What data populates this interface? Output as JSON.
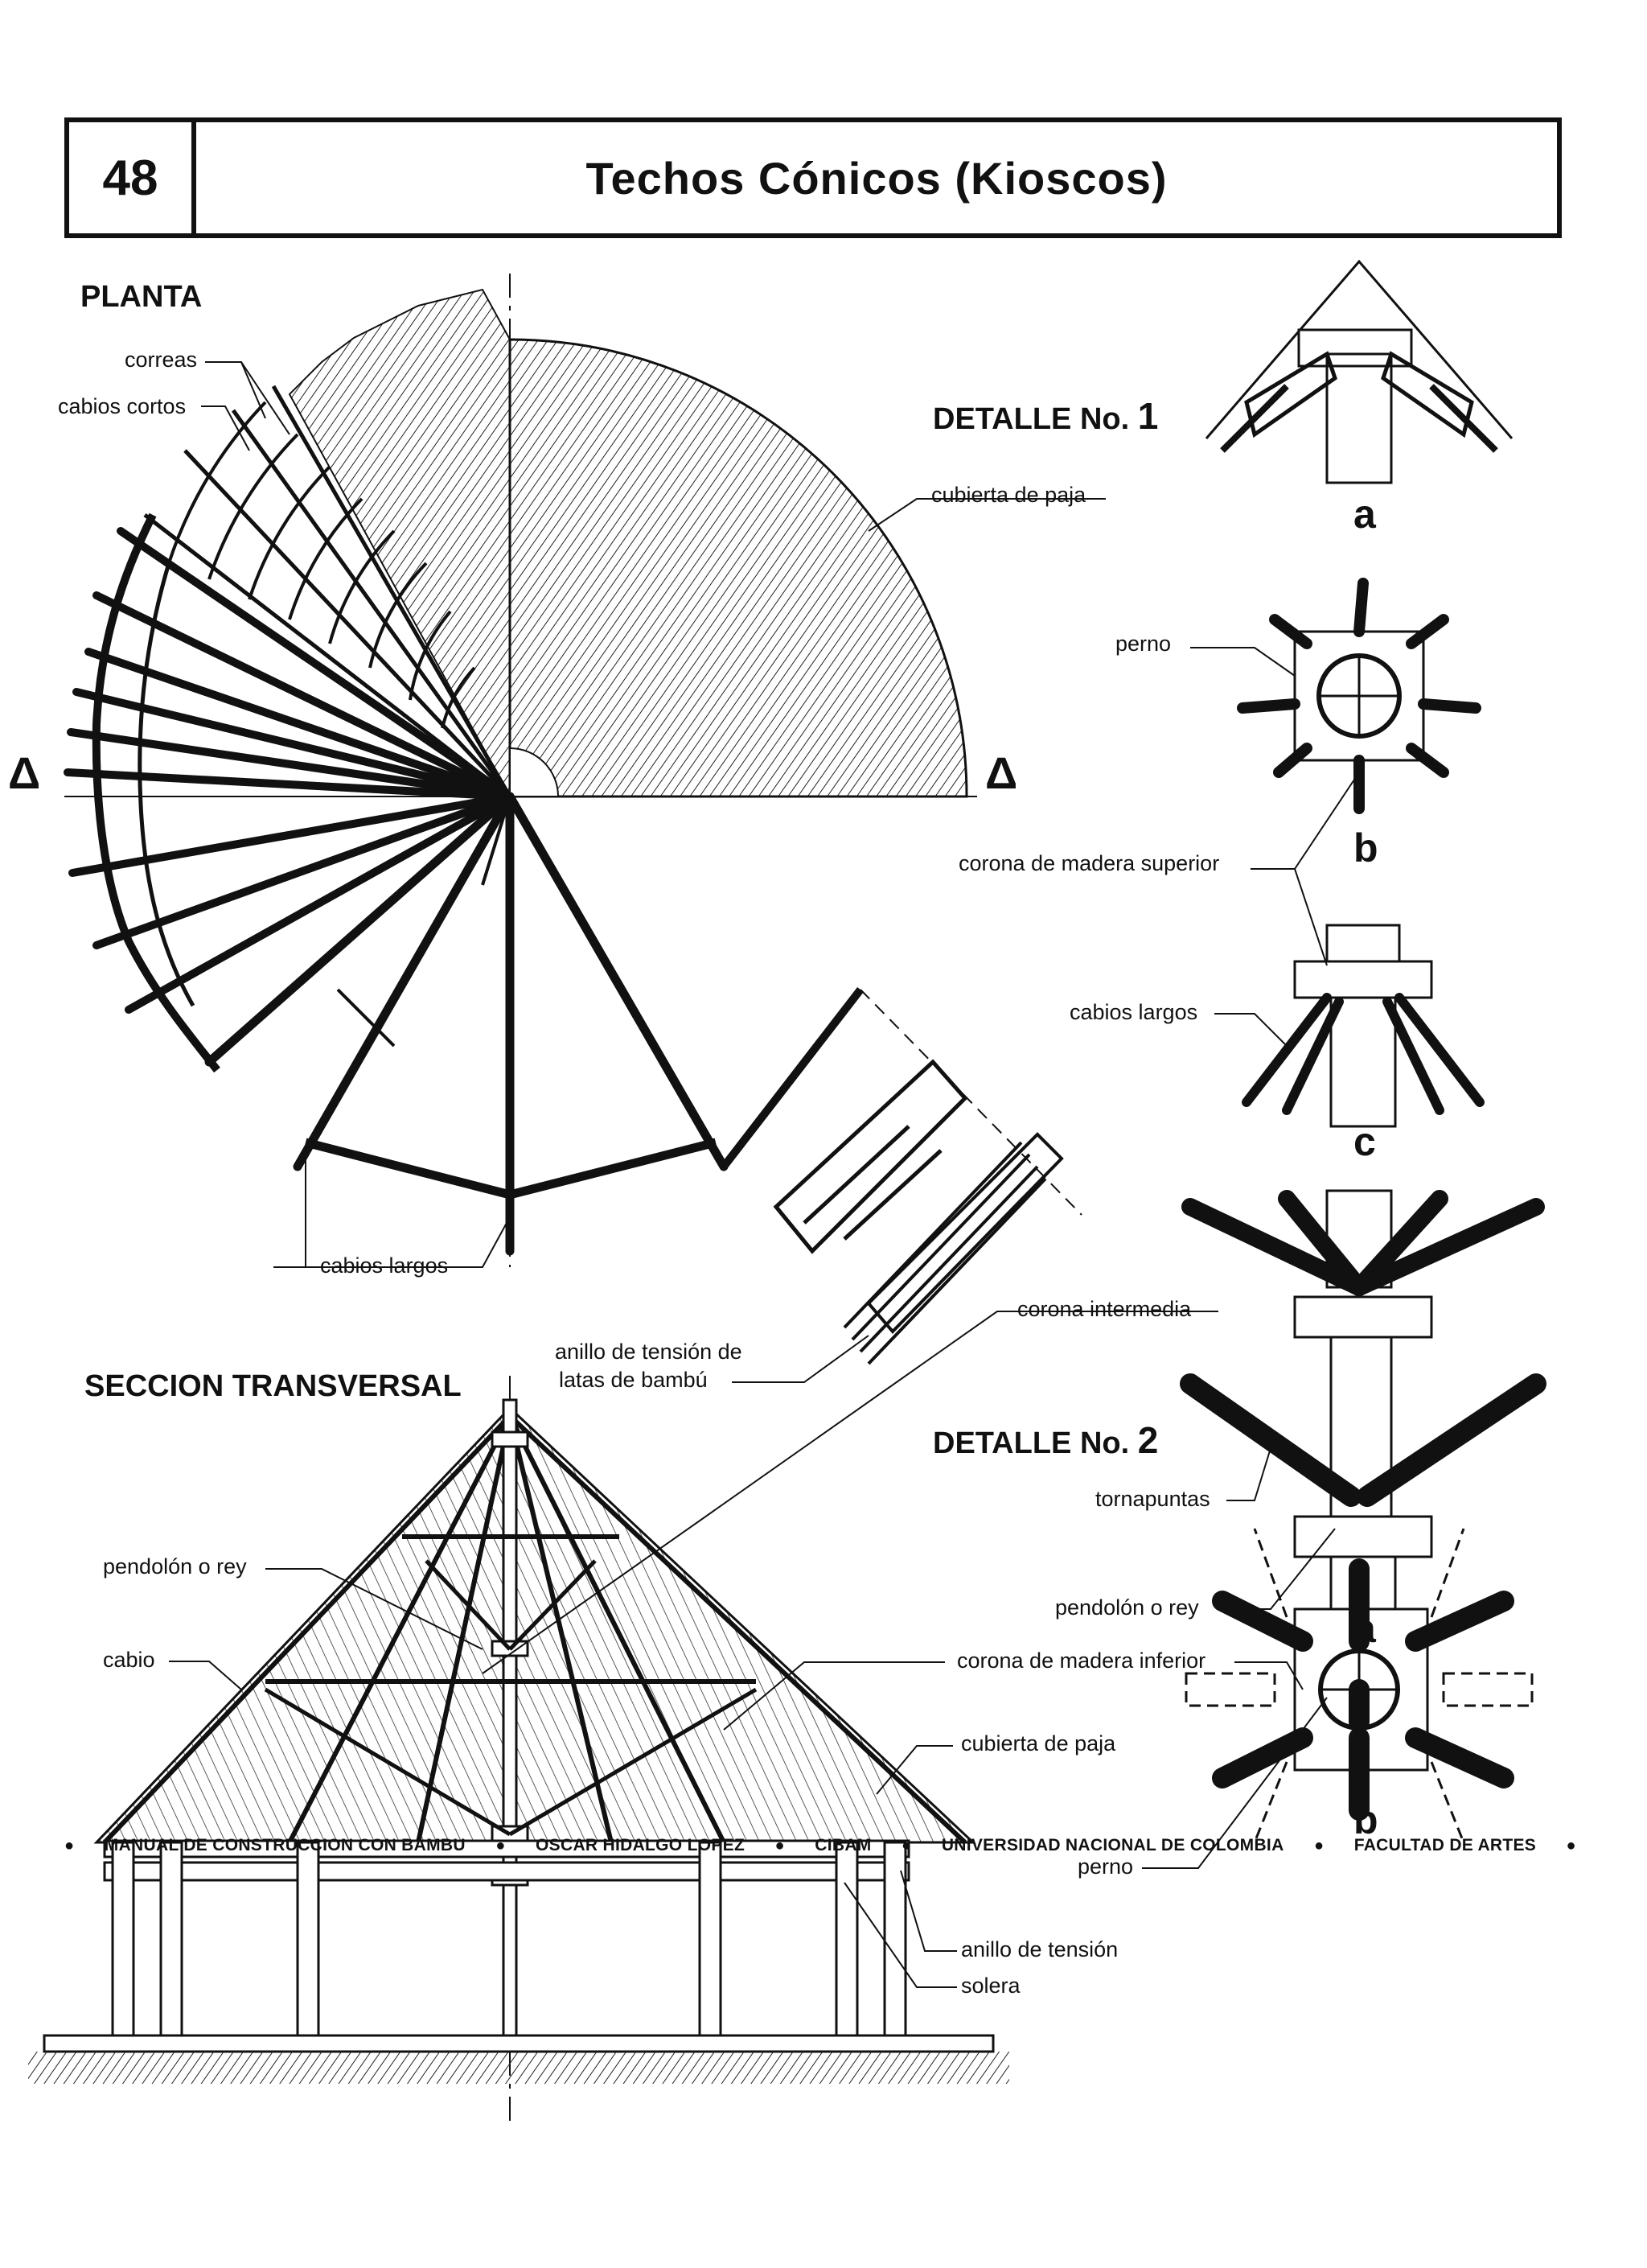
{
  "header": {
    "page_number": "48",
    "title": "Techos Cónicos (Kioscos)"
  },
  "headings": {
    "plan": "PLANTA",
    "section": "SECCION TRANSVERSAL",
    "detail1_prefix": "DETALLE No.",
    "detail1_num": "1",
    "detail2_prefix": "DETALLE No.",
    "detail2_num": "2"
  },
  "labels": {
    "correas": "correas",
    "cabios_cortos": "cabios cortos",
    "cubierta_paja_plan": "cubierta de paja",
    "cabios_largos_plan": "cabios largos",
    "anillo_tension_latas_1": "anillo de tensión de",
    "anillo_tension_latas_2": "latas de bambú",
    "perno_1": "perno",
    "corona_superior": "corona de madera superior",
    "cabios_largos_detail": "cabios largos",
    "corona_intermedia": "corona intermedia",
    "tornapuntas": "tornapuntas",
    "pendolon_detail": "pendolón o rey",
    "corona_inferior": "corona de madera inferior",
    "cubierta_paja_section": "cubierta de paja",
    "perno_2": "perno",
    "anillo_tension": "anillo de tensión",
    "solera": "solera",
    "pendolon_section": "pendolón o rey",
    "cabio": "cabio"
  },
  "detail_letters": {
    "d1a": "a",
    "d1b": "b",
    "d1c": "c",
    "d2a": "a",
    "d2b": "b"
  },
  "section_marker": "Δ",
  "footer": [
    "MANUAL DE CONSTRUCCION CON BAMBU",
    "OSCAR HIDALGO LOPEZ",
    "CIBAM",
    "UNIVERSIDAD NACIONAL DE COLOMBIA",
    "FACULTAD DE ARTES"
  ]
}
